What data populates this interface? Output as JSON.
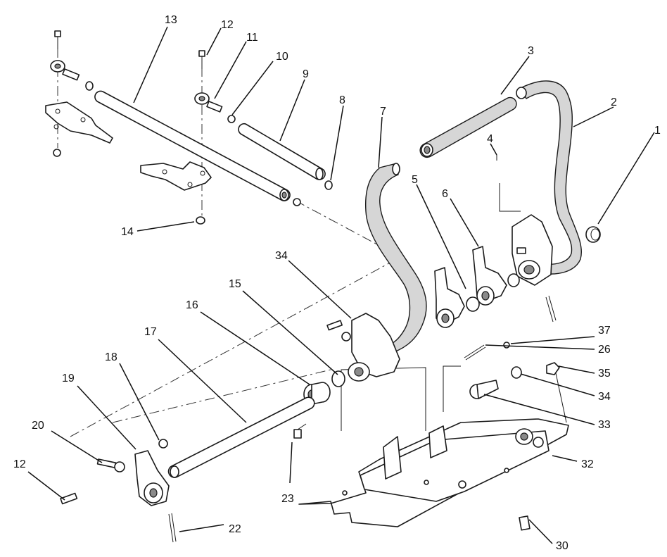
{
  "figure": {
    "title": "",
    "callouts": {
      "c1": "1",
      "c2": "2",
      "c3": "3",
      "c4": "4",
      "c5": "5",
      "c6": "6",
      "c7": "7",
      "c8": "8",
      "c9": "9",
      "c10": "10",
      "c11": "11",
      "c12a": "12",
      "c13": "13",
      "c14": "14",
      "c34a": "34",
      "c15": "15",
      "c16": "16",
      "c17": "17",
      "c18": "18",
      "c19": "19",
      "c20": "20",
      "c12b": "12",
      "c22": "22",
      "c23": "23",
      "c37": "37",
      "c26": "26",
      "c35": "35",
      "c34b": "34",
      "c33": "33",
      "c32": "32",
      "c30": "30"
    }
  }
}
